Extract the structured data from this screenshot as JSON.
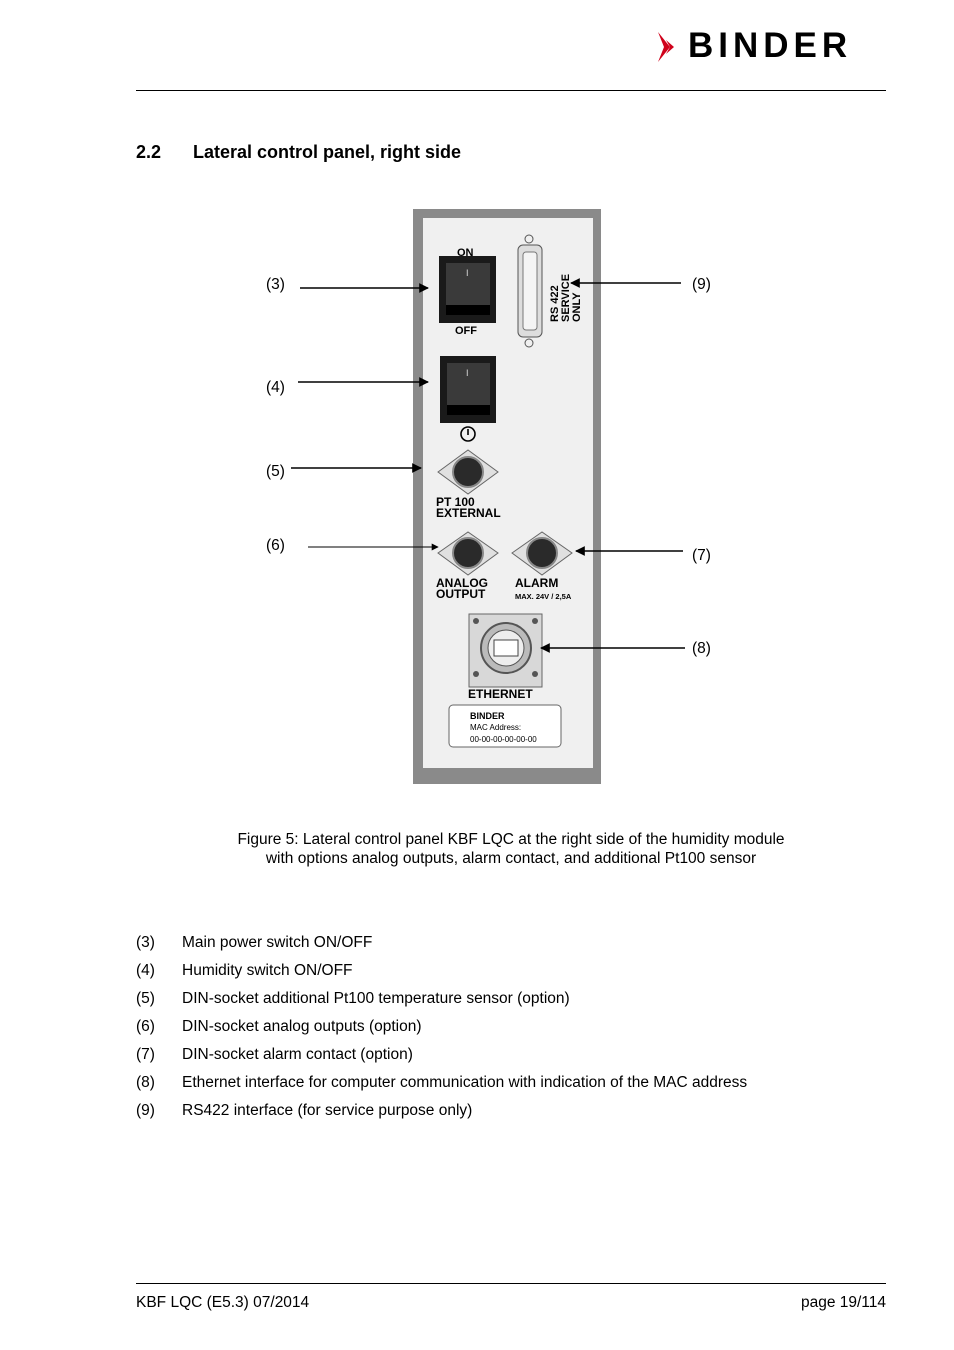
{
  "header": {
    "brand": "BINDER"
  },
  "section": {
    "number": "2.2",
    "title": "Lateral control panel, right side"
  },
  "figure": {
    "panel_labels": {
      "on": "ON",
      "off": "OFF",
      "rs422_line1": "RS 422",
      "rs422_line2": "SERVICE",
      "rs422_line3": "ONLY",
      "pt100_line1": "PT 100",
      "pt100_line2": "EXTERNAL",
      "analog_line1": "ANALOG",
      "analog_line2": "OUTPUT",
      "alarm_line1": "ALARM",
      "alarm_line2": "MAX. 24V / 2,5A",
      "ethernet": "ETHERNET",
      "mac_brand": "BINDER",
      "mac_label": "MAC Address:",
      "mac_value": "00-00-00-00-00-00",
      "switch_mark": "I"
    },
    "callouts": {
      "c3": "(3)",
      "c4": "(4)",
      "c5": "(5)",
      "c6": "(6)",
      "c7": "(7)",
      "c8": "(8)",
      "c9": "(9)"
    }
  },
  "caption": {
    "line1": "Figure 5: Lateral control panel KBF LQC at the right side of the humidity module",
    "line2": "with options analog outputs, alarm contact, and additional Pt100 sensor"
  },
  "legend": [
    {
      "num": "(3)",
      "text": "Main power switch ON/OFF"
    },
    {
      "num": "(4)",
      "text": "Humidity switch ON/OFF"
    },
    {
      "num": "(5)",
      "text": "DIN-socket additional Pt100 temperature sensor (option)"
    },
    {
      "num": "(6)",
      "text": "DIN-socket analog outputs (option)"
    },
    {
      "num": "(7)",
      "text": "DIN-socket alarm contact (option)"
    },
    {
      "num": "(8)",
      "text": "Ethernet interface for computer communication with indication of the MAC address"
    },
    {
      "num": "(9)",
      "text": "RS422 interface (for service purpose only)"
    }
  ],
  "footer": {
    "left": "KBF LQC (E5.3) 07/2014",
    "right": "page 19/114"
  }
}
